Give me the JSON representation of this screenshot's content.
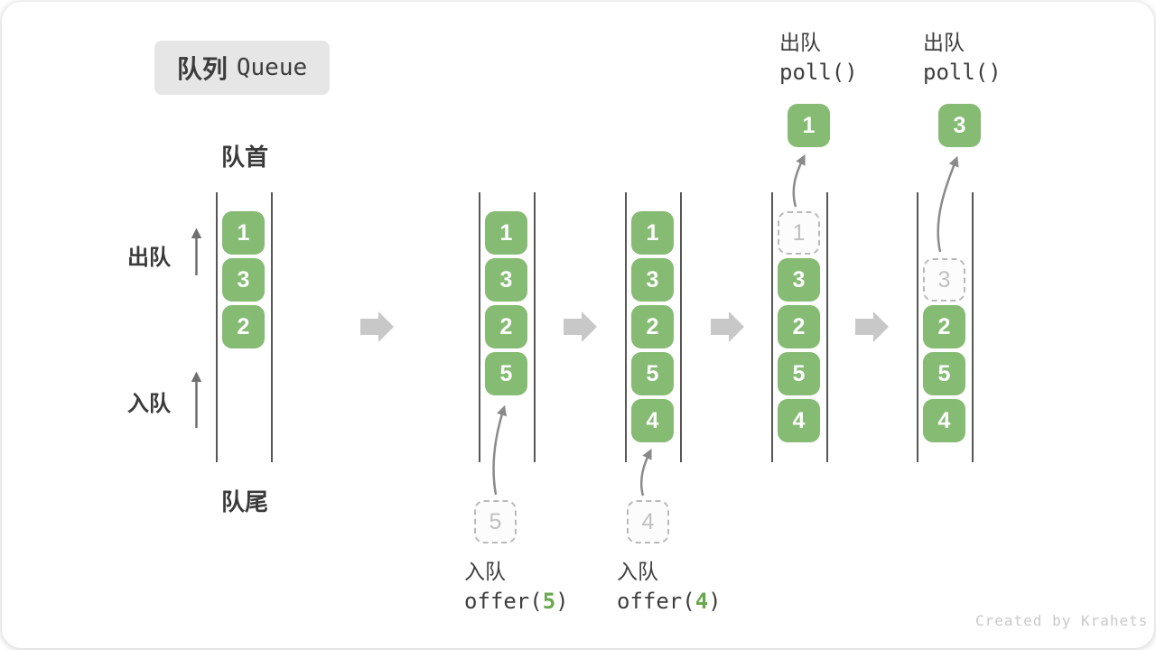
{
  "title": {
    "zh": "队列",
    "en": "Queue"
  },
  "labels": {
    "front": "队首",
    "rear": "队尾",
    "dequeue": "出队",
    "enqueue": "入队"
  },
  "ops": {
    "poll_a": {
      "zh": "出队",
      "code": "poll()"
    },
    "poll_b": {
      "zh": "出队",
      "code": "poll()"
    },
    "offer5": {
      "zh": "入队",
      "code_pre": "offer(",
      "arg": "5",
      "code_post": ")"
    },
    "offer4": {
      "zh": "入队",
      "code_pre": "offer(",
      "arg": "4",
      "code_post": ")"
    }
  },
  "queues": [
    {
      "slots": [
        {
          "v": "1",
          "state": "filled"
        },
        {
          "v": "3",
          "state": "filled"
        },
        {
          "v": "2",
          "state": "filled"
        }
      ]
    },
    {
      "slots": [
        {
          "v": "1",
          "state": "filled"
        },
        {
          "v": "3",
          "state": "filled"
        },
        {
          "v": "2",
          "state": "filled"
        },
        {
          "v": "5",
          "state": "filled"
        }
      ],
      "incoming": "5"
    },
    {
      "slots": [
        {
          "v": "1",
          "state": "filled"
        },
        {
          "v": "3",
          "state": "filled"
        },
        {
          "v": "2",
          "state": "filled"
        },
        {
          "v": "5",
          "state": "filled"
        },
        {
          "v": "4",
          "state": "filled"
        }
      ],
      "incoming": "4"
    },
    {
      "slots": [
        {
          "v": "1",
          "state": "dashed"
        },
        {
          "v": "3",
          "state": "filled"
        },
        {
          "v": "2",
          "state": "filled"
        },
        {
          "v": "5",
          "state": "filled"
        },
        {
          "v": "4",
          "state": "filled"
        }
      ],
      "outgoing": "1"
    },
    {
      "slots": [
        {
          "state": "empty"
        },
        {
          "v": "3",
          "state": "dashed"
        },
        {
          "v": "2",
          "state": "filled"
        },
        {
          "v": "5",
          "state": "filled"
        },
        {
          "v": "4",
          "state": "filled"
        }
      ],
      "outgoing": "3"
    }
  ],
  "watermark": "Created by Krahets",
  "colors": {
    "box_green": "#86BB74",
    "box_text": "#FFFFFF",
    "dashed_border": "#B9B9B9",
    "dashed_text": "#C0C0C0",
    "block_arrow": "#C8C8C8",
    "curve_arrow": "#8A8A8A",
    "side_arrow": "#6F6F6F",
    "wall": "#565656",
    "accent_green": "#6AA84F",
    "title_bg": "#E6E6E6",
    "text_dark": "#3A3A3A",
    "watermark_gray": "#C9C9C9"
  }
}
